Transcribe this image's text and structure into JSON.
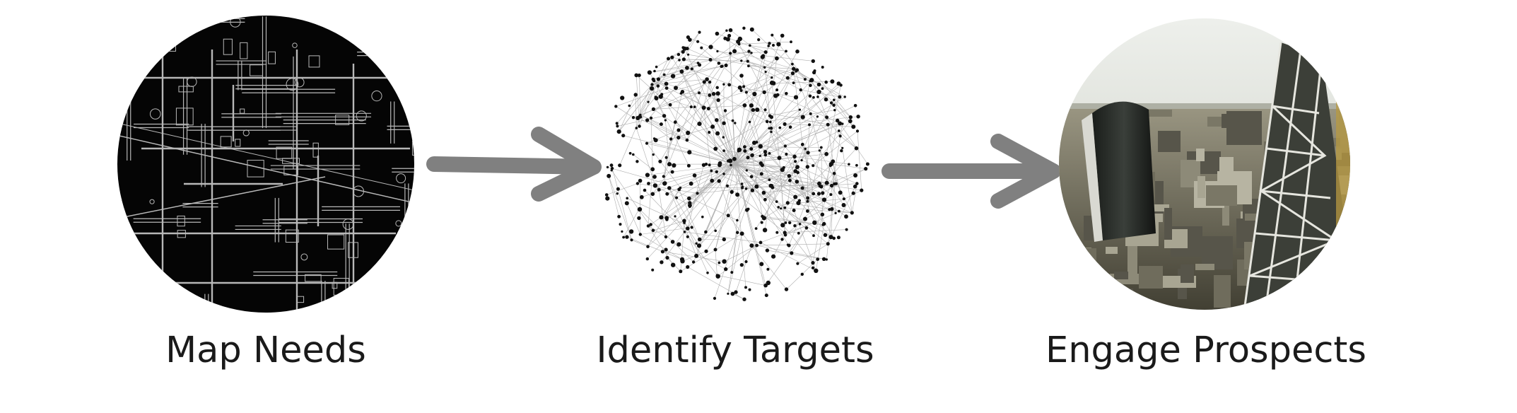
{
  "diagram": {
    "type": "process-flow",
    "steps": [
      {
        "label": "Map Needs",
        "image": "architectural-blueprint"
      },
      {
        "label": "Identify Targets",
        "image": "network-graph"
      },
      {
        "label": "Engage Prospects",
        "image": "city-skyline-photo"
      }
    ],
    "connectors": [
      "arrow-right",
      "arrow-right"
    ],
    "colors": {
      "arrow": "#808080",
      "label_text": "#1a1a1a",
      "blueprint_bg": "#050505",
      "blueprint_lines": "#d8d8d8",
      "network_nodes": "#111111",
      "network_edges": "#9a9a9a"
    }
  }
}
